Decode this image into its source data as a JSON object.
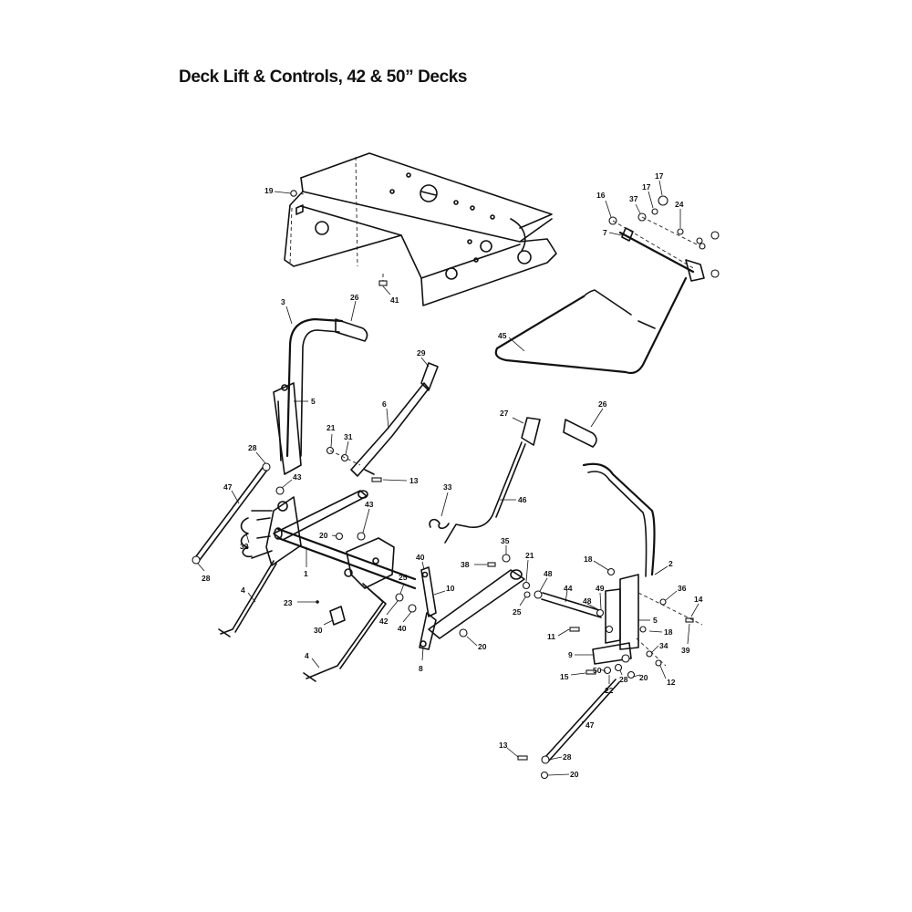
{
  "title": "Deck Lift & Controls, 42 & 50” Decks",
  "callouts": [
    {
      "id": "c-19",
      "label": "19"
    },
    {
      "id": "c-41",
      "label": "41"
    },
    {
      "id": "c-16",
      "label": "16"
    },
    {
      "id": "c-37",
      "label": "37"
    },
    {
      "id": "c-17a",
      "label": "17"
    },
    {
      "id": "c-17b",
      "label": "17"
    },
    {
      "id": "c-24",
      "label": "24"
    },
    {
      "id": "c-7",
      "label": "7"
    },
    {
      "id": "c-45",
      "label": "45"
    },
    {
      "id": "c-3",
      "label": "3"
    },
    {
      "id": "c-26a",
      "label": "26"
    },
    {
      "id": "c-29",
      "label": "29"
    },
    {
      "id": "c-5a",
      "label": "5"
    },
    {
      "id": "c-6",
      "label": "6"
    },
    {
      "id": "c-21a",
      "label": "21"
    },
    {
      "id": "c-31",
      "label": "31"
    },
    {
      "id": "c-28a",
      "label": "28"
    },
    {
      "id": "c-43a",
      "label": "43"
    },
    {
      "id": "c-13a",
      "label": "13"
    },
    {
      "id": "c-47a",
      "label": "47"
    },
    {
      "id": "c-43b",
      "label": "43"
    },
    {
      "id": "c-32",
      "label": "32"
    },
    {
      "id": "c-20a",
      "label": "20"
    },
    {
      "id": "c-28b",
      "label": "28"
    },
    {
      "id": "c-1",
      "label": "1"
    },
    {
      "id": "c-4a",
      "label": "4"
    },
    {
      "id": "c-23",
      "label": "23"
    },
    {
      "id": "c-30",
      "label": "30"
    },
    {
      "id": "c-4b",
      "label": "4"
    },
    {
      "id": "c-33",
      "label": "33"
    },
    {
      "id": "c-46",
      "label": "46"
    },
    {
      "id": "c-27",
      "label": "27"
    },
    {
      "id": "c-26b",
      "label": "26"
    },
    {
      "id": "c-35",
      "label": "35"
    },
    {
      "id": "c-38",
      "label": "38"
    },
    {
      "id": "c-21b",
      "label": "21"
    },
    {
      "id": "c-40a",
      "label": "40"
    },
    {
      "id": "c-25a",
      "label": "25"
    },
    {
      "id": "c-10",
      "label": "10"
    },
    {
      "id": "c-42",
      "label": "42"
    },
    {
      "id": "c-40b",
      "label": "40"
    },
    {
      "id": "c-8",
      "label": "8"
    },
    {
      "id": "c-20b",
      "label": "20"
    },
    {
      "id": "c-25b",
      "label": "25"
    },
    {
      "id": "c-48a",
      "label": "48"
    },
    {
      "id": "c-44",
      "label": "44"
    },
    {
      "id": "c-49",
      "label": "49"
    },
    {
      "id": "c-48b",
      "label": "48"
    },
    {
      "id": "c-18a",
      "label": "18"
    },
    {
      "id": "c-2",
      "label": "2"
    },
    {
      "id": "c-36",
      "label": "36"
    },
    {
      "id": "c-14",
      "label": "14"
    },
    {
      "id": "c-5b",
      "label": "5"
    },
    {
      "id": "c-18b",
      "label": "18"
    },
    {
      "id": "c-39",
      "label": "39"
    },
    {
      "id": "c-11",
      "label": "11"
    },
    {
      "id": "c-34",
      "label": "34"
    },
    {
      "id": "c-9",
      "label": "9"
    },
    {
      "id": "c-50",
      "label": "50"
    },
    {
      "id": "c-28c",
      "label": "28"
    },
    {
      "id": "c-20c",
      "label": "20"
    },
    {
      "id": "c-12",
      "label": "12"
    },
    {
      "id": "c-15",
      "label": "15"
    },
    {
      "id": "c-22",
      "label": "22"
    },
    {
      "id": "c-47b",
      "label": "47"
    },
    {
      "id": "c-13b",
      "label": "13"
    },
    {
      "id": "c-28d",
      "label": "28"
    },
    {
      "id": "c-20d",
      "label": "20"
    }
  ]
}
